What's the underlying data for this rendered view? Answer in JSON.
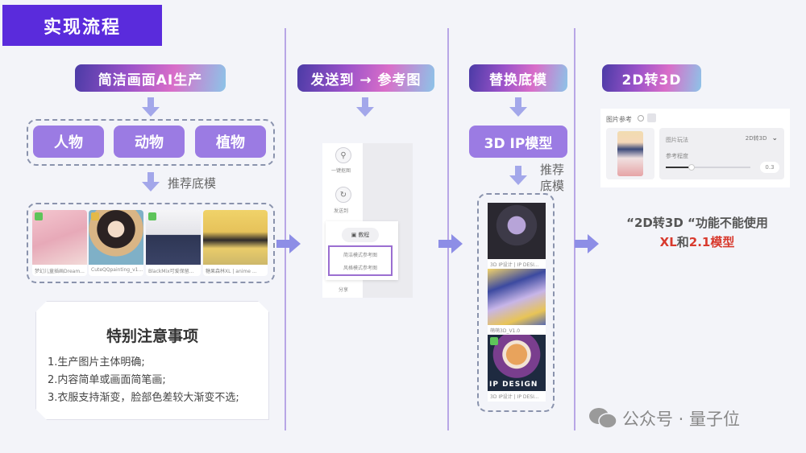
{
  "title": "实现流程",
  "colors": {
    "title_bg": "#5a2bdc",
    "category_bg": "#9b7be3",
    "arrow": "#a3a7ea",
    "divider": "#b8a6e6",
    "highlight_red": "#d83a2e",
    "popup_border": "#9b6fd1"
  },
  "step1": {
    "header": "简洁画面AI生产",
    "categories": [
      "人物",
      "动物",
      "植物"
    ],
    "arrow_label": "推荐底模",
    "thumbnails": [
      {
        "caption": "梦幻儿童插画Dream...",
        "badge": true
      },
      {
        "caption": "CuteQQpainting_v1...",
        "badge": true
      },
      {
        "caption": "BlackMix可爱保留...",
        "badge": true
      },
      {
        "caption": "糖果森林XL | anime ...",
        "badge": false
      }
    ],
    "notes": {
      "title": "特别注意事项",
      "items": [
        "1.生产图片主体明确;",
        "2.内容简单或画面简笔画;",
        "3.衣服支持渐变，脸部色差较大渐变不选;"
      ]
    }
  },
  "step2": {
    "header": "发送到 → 参考图",
    "sidebar": [
      {
        "icon": "search-icon",
        "label": "一键抠图"
      },
      {
        "icon": "send-icon",
        "label": "发送到"
      }
    ],
    "popup": {
      "tutorial_label": "教程",
      "options": [
        "简洁模式参考图",
        "风格模式参考图"
      ]
    },
    "bottom_label": "分享"
  },
  "step3": {
    "header": "替换底模",
    "model_label": "3D IP模型",
    "arrow_label_line1": "推荐",
    "arrow_label_line2": "底模",
    "thumbnails": [
      {
        "caption": "3D IP设计 | IP DESI..."
      },
      {
        "caption": "萌萌3D_V1.0"
      },
      {
        "caption": "3D IP设计 | IP DESI..."
      }
    ],
    "ip_design_overlay": "IP DESIGN"
  },
  "step4": {
    "header": "2D转3D",
    "ref_panel": {
      "title": "图片参考",
      "play_label": "图片玩法",
      "play_value": "2D转3D",
      "strength_label": "参考程度",
      "strength_value": "0.3",
      "slider_percent": 30
    },
    "warning_line1": "“2D转3D “功能不能使用",
    "warning_xl": "XL",
    "warning_and": "和",
    "warning_model": "2.1模型"
  },
  "watermark": {
    "text": "公众号 · 量子位"
  }
}
